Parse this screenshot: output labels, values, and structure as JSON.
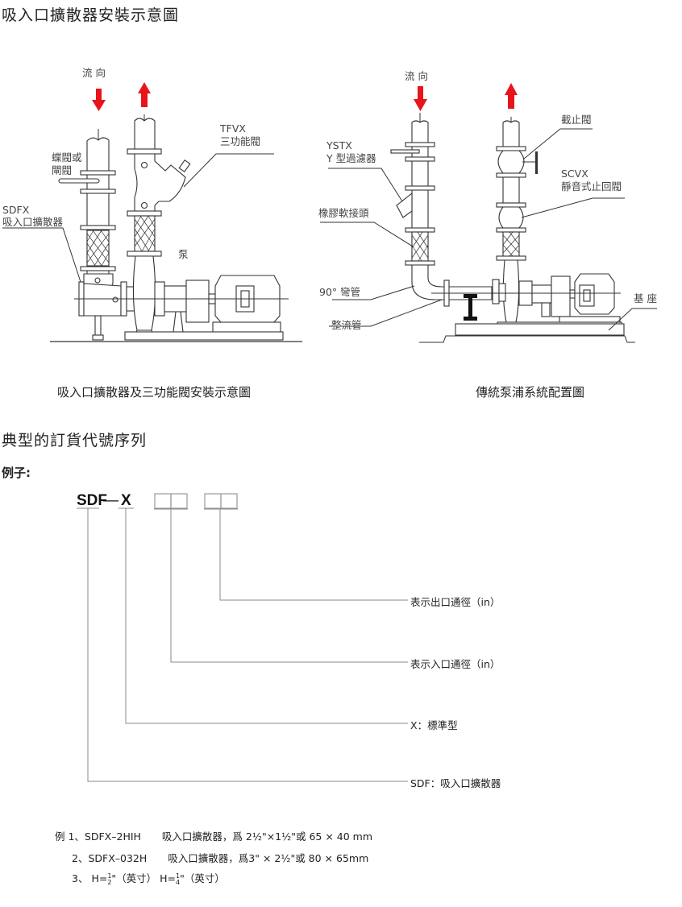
{
  "page_title": "吸入口擴散器安裝示意圖",
  "diagram_left": {
    "flow_label": "流 向",
    "labels": {
      "butterfly_valve_line1": "蝶閥或",
      "butterfly_valve_line2": "閘閥",
      "sdfx_code": "SDFX",
      "sdfx_name": "吸入口擴散器",
      "tfvx_code": "TFVX",
      "tfvx_name": "三功能閥",
      "pump": "泵"
    },
    "caption": "吸入口擴散器及三功能閥安裝示意圖"
  },
  "diagram_right": {
    "flow_label": "流 向",
    "labels": {
      "ystx_code": "YSTX",
      "ystx_name": "Y 型過濾器",
      "rubber_joint": "橡膠軟接頭",
      "elbow": "90°  彎管",
      "straightener": "整流管",
      "stop_valve": "截止閥",
      "scvx_code": "SCVX",
      "scvx_name": "靜音式止回閥",
      "base": "基 座"
    },
    "caption": "傳統泵浦系統配置圖"
  },
  "colors": {
    "flow_arrow": "#e8141b",
    "line": "#333333",
    "guide": "#888888"
  },
  "order_section": {
    "title": "典型的訂貨代號序列",
    "example_label": "例子:",
    "code_prefix": "SDF",
    "code_dash": "—",
    "code_x": "X",
    "legend": [
      "表示出口通徑（in）",
      "表示入口通徑（in）",
      "X：標準型",
      "SDF：吸入口擴散器"
    ]
  },
  "examples": {
    "ex1_prefix": "例 1、SDFX–2HIH",
    "ex1_desc": "吸入口擴散器，爲 2½\"×1½\"或 65 × 40 mm",
    "ex2_prefix": "2、SDFX–032H",
    "ex2_desc": "吸入口擴散器，爲3\" × 2½\"或 80 × 65mm",
    "ex3": {
      "num": "3、",
      "h1": "H=",
      "f1_num": "1",
      "f1_den": "2",
      "unit1": "\"（英寸）",
      "h2": "H=",
      "f2_num": "1",
      "f2_den": "4",
      "unit2": "\"（英寸）"
    }
  }
}
